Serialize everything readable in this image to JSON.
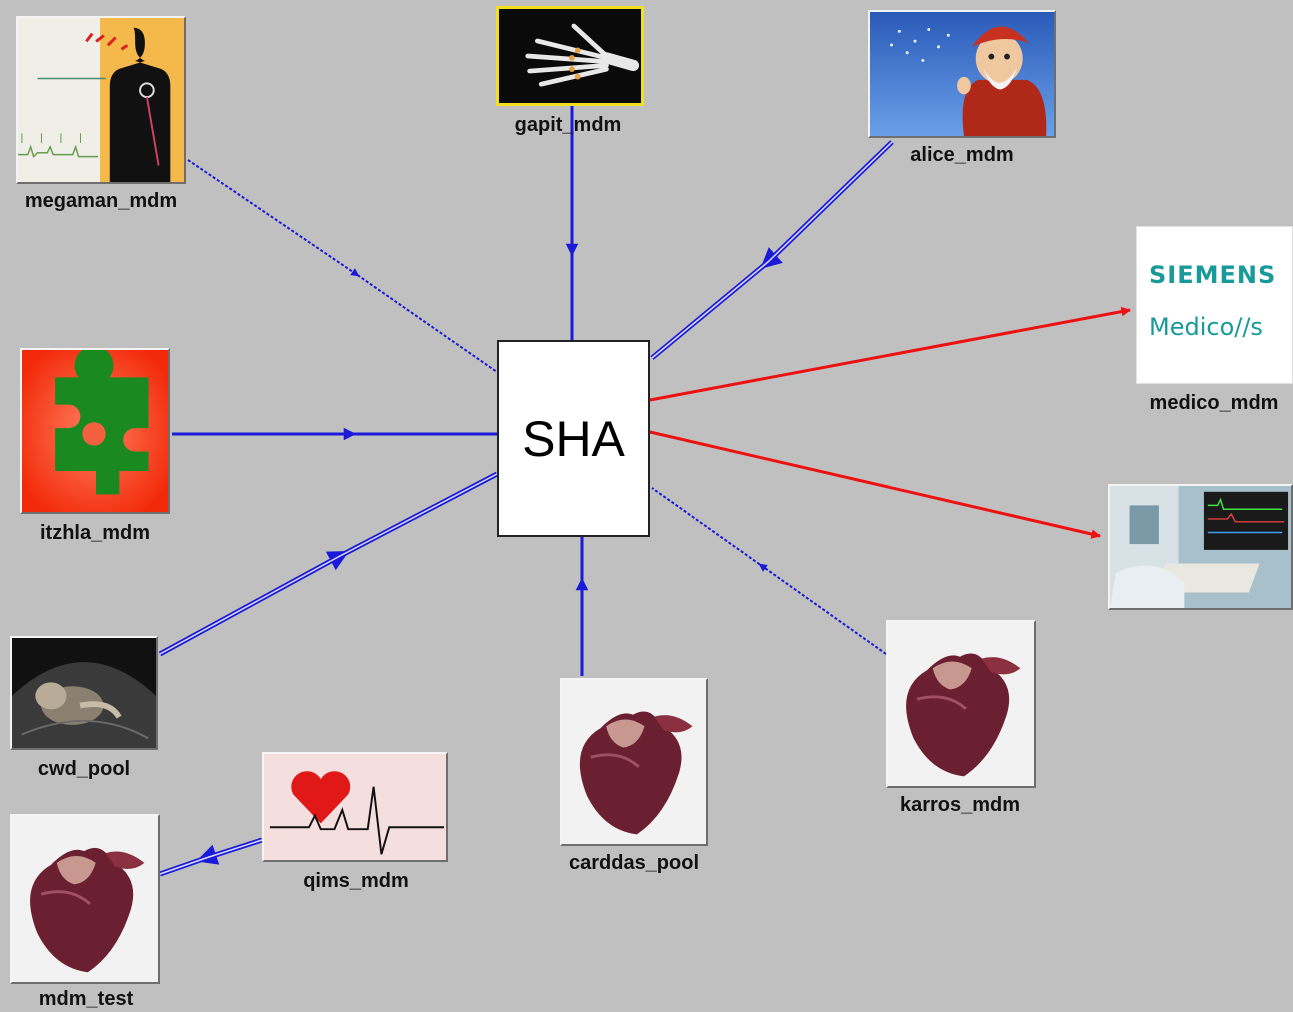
{
  "center": {
    "label": "SHA"
  },
  "nodes": {
    "megaman": "megaman_mdm",
    "gapit": "gapit_mdm",
    "alice": "alice_mdm",
    "medico": "medico_mdm",
    "itzhla": "itzhla_mdm",
    "cwd": "cwd_pool",
    "qims": "qims_mdm",
    "mdm_test": "mdm_test",
    "carddas": "carddas_pool",
    "karros": "karros_mdm"
  },
  "siemens_logo": {
    "line1": "SIEMENS",
    "line2": "Medico//s"
  },
  "colors": {
    "background": "#c0c0c0",
    "inbound_edge": "#1a1ad8",
    "outbound_edge": "#ee1111",
    "center_fill": "#ffffff"
  }
}
